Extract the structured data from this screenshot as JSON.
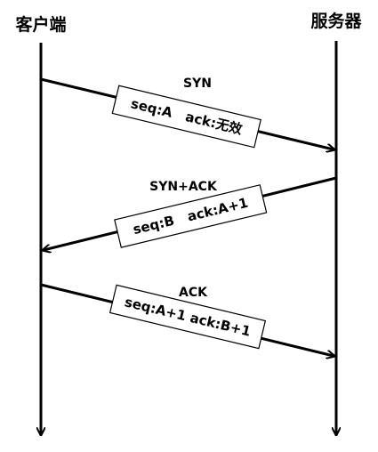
{
  "client": {
    "label": "客户端"
  },
  "server": {
    "label": "服务器"
  },
  "messages": [
    {
      "name": "SYN",
      "detail": "seq:A   ack:无效",
      "direction": "client-to-server"
    },
    {
      "name": "SYN+ACK",
      "detail": "seq:B   ack:A+1",
      "direction": "server-to-client"
    },
    {
      "name": "ACK",
      "detail": "seq:A+1 ack:B+1",
      "direction": "client-to-server"
    }
  ]
}
